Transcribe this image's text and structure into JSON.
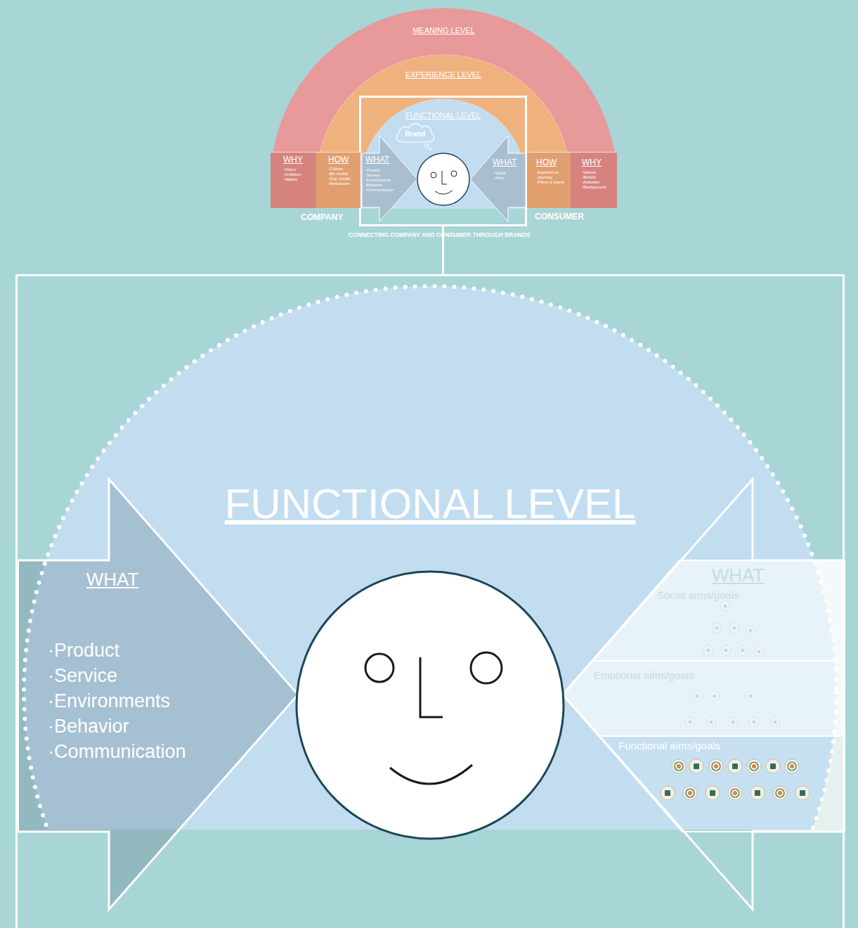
{
  "diagram": {
    "caption": "CONNECTING COMPANY AND CONSUMER THROUGH BRANDS",
    "nodes": [
      {
        "text": [
          "MEANING LEVEL"
        ]
      },
      {
        "text": [
          "EXPERIENCE LEVEL"
        ],
        "in": 0
      },
      {
        "text": [
          "FUNCTIONAL LEVEL"
        ],
        "in": 1
      },
      {
        "text": [
          "Brand"
        ],
        "in": 2
      },
      {
        "text": [
          "WHY",
          "-Vision",
          "-Ambition",
          "-Values"
        ],
        "in": 0
      },
      {
        "text": [
          "HOW",
          "-Culture",
          "-Biz model",
          "-Org. model",
          "-Resources"
        ],
        "in": 1
      },
      {
        "text": [
          "WHAT",
          "-Product",
          "-Service",
          "-Environments",
          "-Behavior",
          "-Communication"
        ],
        "in": 2
      },
      {
        "text": [
          "WHAT",
          "-Goals",
          "-Aims"
        ],
        "in": 2
      },
      {
        "text": [
          "HOW",
          "-Experience",
          "-Journey",
          "-Pains & Gains"
        ],
        "in": 1
      },
      {
        "text": [
          "WHY",
          "-Values",
          "-Beliefs",
          "-Attitudes",
          "-Background"
        ],
        "in": 0
      },
      {
        "text": [
          "FUNCTIONAL LEVEL"
        ]
      },
      {
        "text": [
          "WHAT",
          "·Product",
          "·Service",
          "·Environments",
          "·Behavior",
          "·Communication"
        ],
        "in": 10
      },
      {
        "text": [
          "WHAT"
        ],
        "in": 10
      },
      {
        "text": [
          "Social aims/goals"
        ],
        "in": 12
      },
      {
        "text": [
          "Emotional aims/goals"
        ],
        "in": 12
      },
      {
        "text": [
          "Functional aims/goals"
        ],
        "in": 12
      }
    ],
    "edges": [
      {
        "from": 2,
        "to": 10,
        "arrow": "none"
      }
    ],
    "labels": [
      "COMPANY",
      "CONSUMER"
    ]
  }
}
